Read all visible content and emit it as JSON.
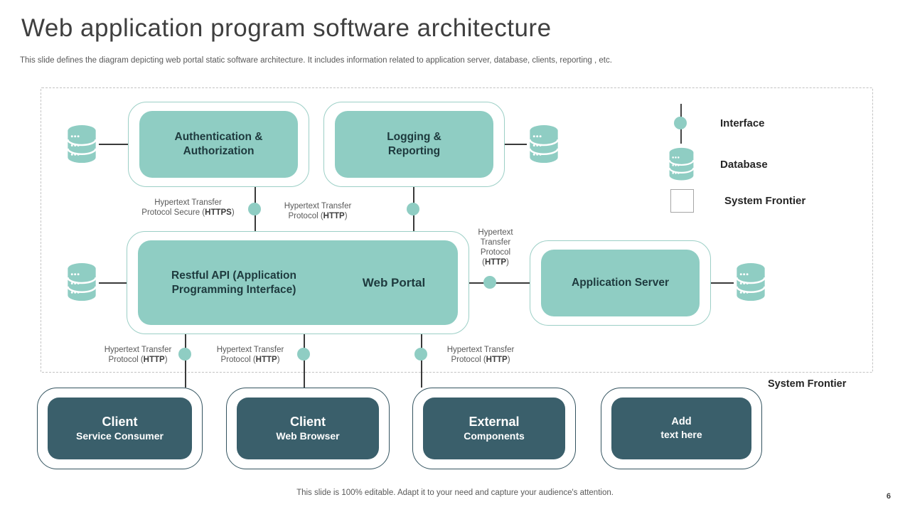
{
  "slide": {
    "title": "Web application program software architecture",
    "subtitle": "This slide defines the diagram depicting web portal static software architecture. It includes information related to application server, database, clients, reporting , etc.",
    "footer": "This slide is 100% editable. Adapt it to your need and capture your audience's attention.",
    "page_number": "6"
  },
  "colors": {
    "teal": "#8FCDC3",
    "dark_slate": "#3A5F6B",
    "line": "#3A3A3A",
    "label_gray": "#595959"
  },
  "nodes": {
    "auth": "Authentication &\nAuthorization",
    "logging": "Logging &\nReporting",
    "restful_api": "Restful API (Application\nProgramming Interface)",
    "web_portal": "Web Portal",
    "app_server": "Application Server"
  },
  "clients": [
    {
      "title": "Client",
      "subtitle": "Service Consumer"
    },
    {
      "title": "Client",
      "subtitle": "Web Browser"
    },
    {
      "title": "External",
      "subtitle": "Components"
    },
    {
      "title": "Add",
      "subtitle": "text here"
    }
  ],
  "labels": {
    "https_top": {
      "line1": "Hypertext Transfer",
      "pre": "Protocol Secure (",
      "bold": "HTTPS",
      "suf": ")"
    },
    "http_top": {
      "line1": "Hypertext Transfer",
      "pre": "Protocol (",
      "bold": "HTTP",
      "suf": ")"
    },
    "http_vertical": {
      "l1": "Hypertext",
      "l2": "Transfer",
      "l3": "Protocol",
      "pre": "(",
      "bold": "HTTP",
      "suf": ")"
    },
    "http_bottom": {
      "line1": "Hypertext Transfer",
      "pre": "Protocol (",
      "bold": "HTTP",
      "suf": ")"
    },
    "system_frontier": "System Frontier"
  },
  "legend": {
    "interface": "Interface",
    "database": "Database",
    "system_frontier": "System Frontier"
  }
}
